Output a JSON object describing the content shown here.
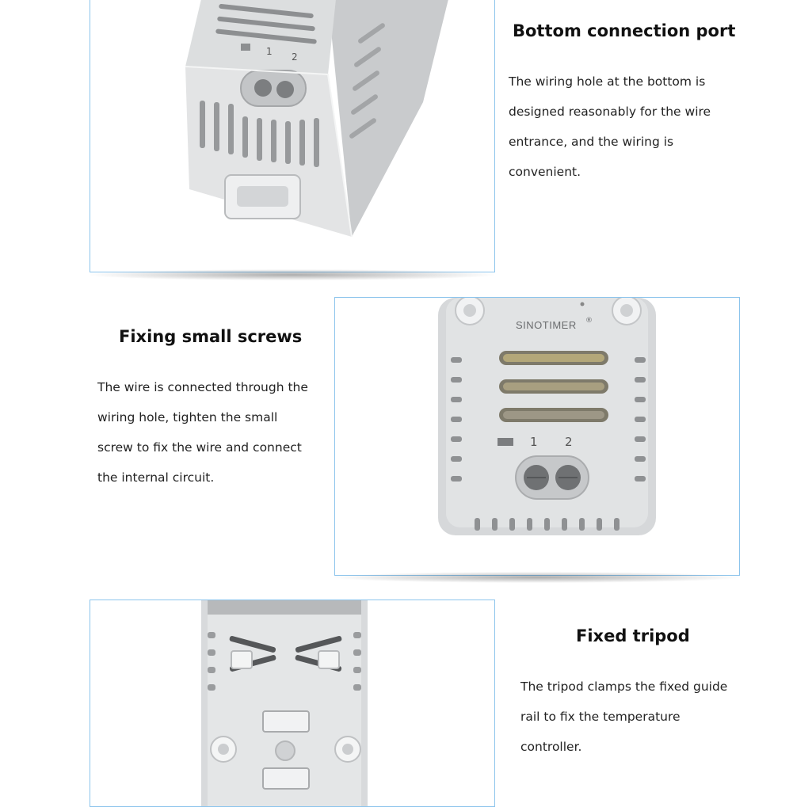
{
  "sections": [
    {
      "title": "Bottom connection port",
      "lines": [
        "The wiring hole at the bottom is",
        "designed reasonably for the wire",
        " entrance, and the wiring is",
        " convenient."
      ]
    },
    {
      "title": "Fixing small screws",
      "lines": [
        "The wire is connected through the",
        " wiring hole, tighten the small",
        "screw to fix the wire and connect",
        "the internal circuit."
      ]
    },
    {
      "title": "Fixed tripod",
      "lines": [
        "The tripod clamps the fixed guide",
        " rail to fix the temperature",
        " controller."
      ]
    }
  ],
  "product": {
    "brand": "SINOTIMER",
    "registered": "®",
    "terminal_labels": [
      "1",
      "2"
    ]
  }
}
